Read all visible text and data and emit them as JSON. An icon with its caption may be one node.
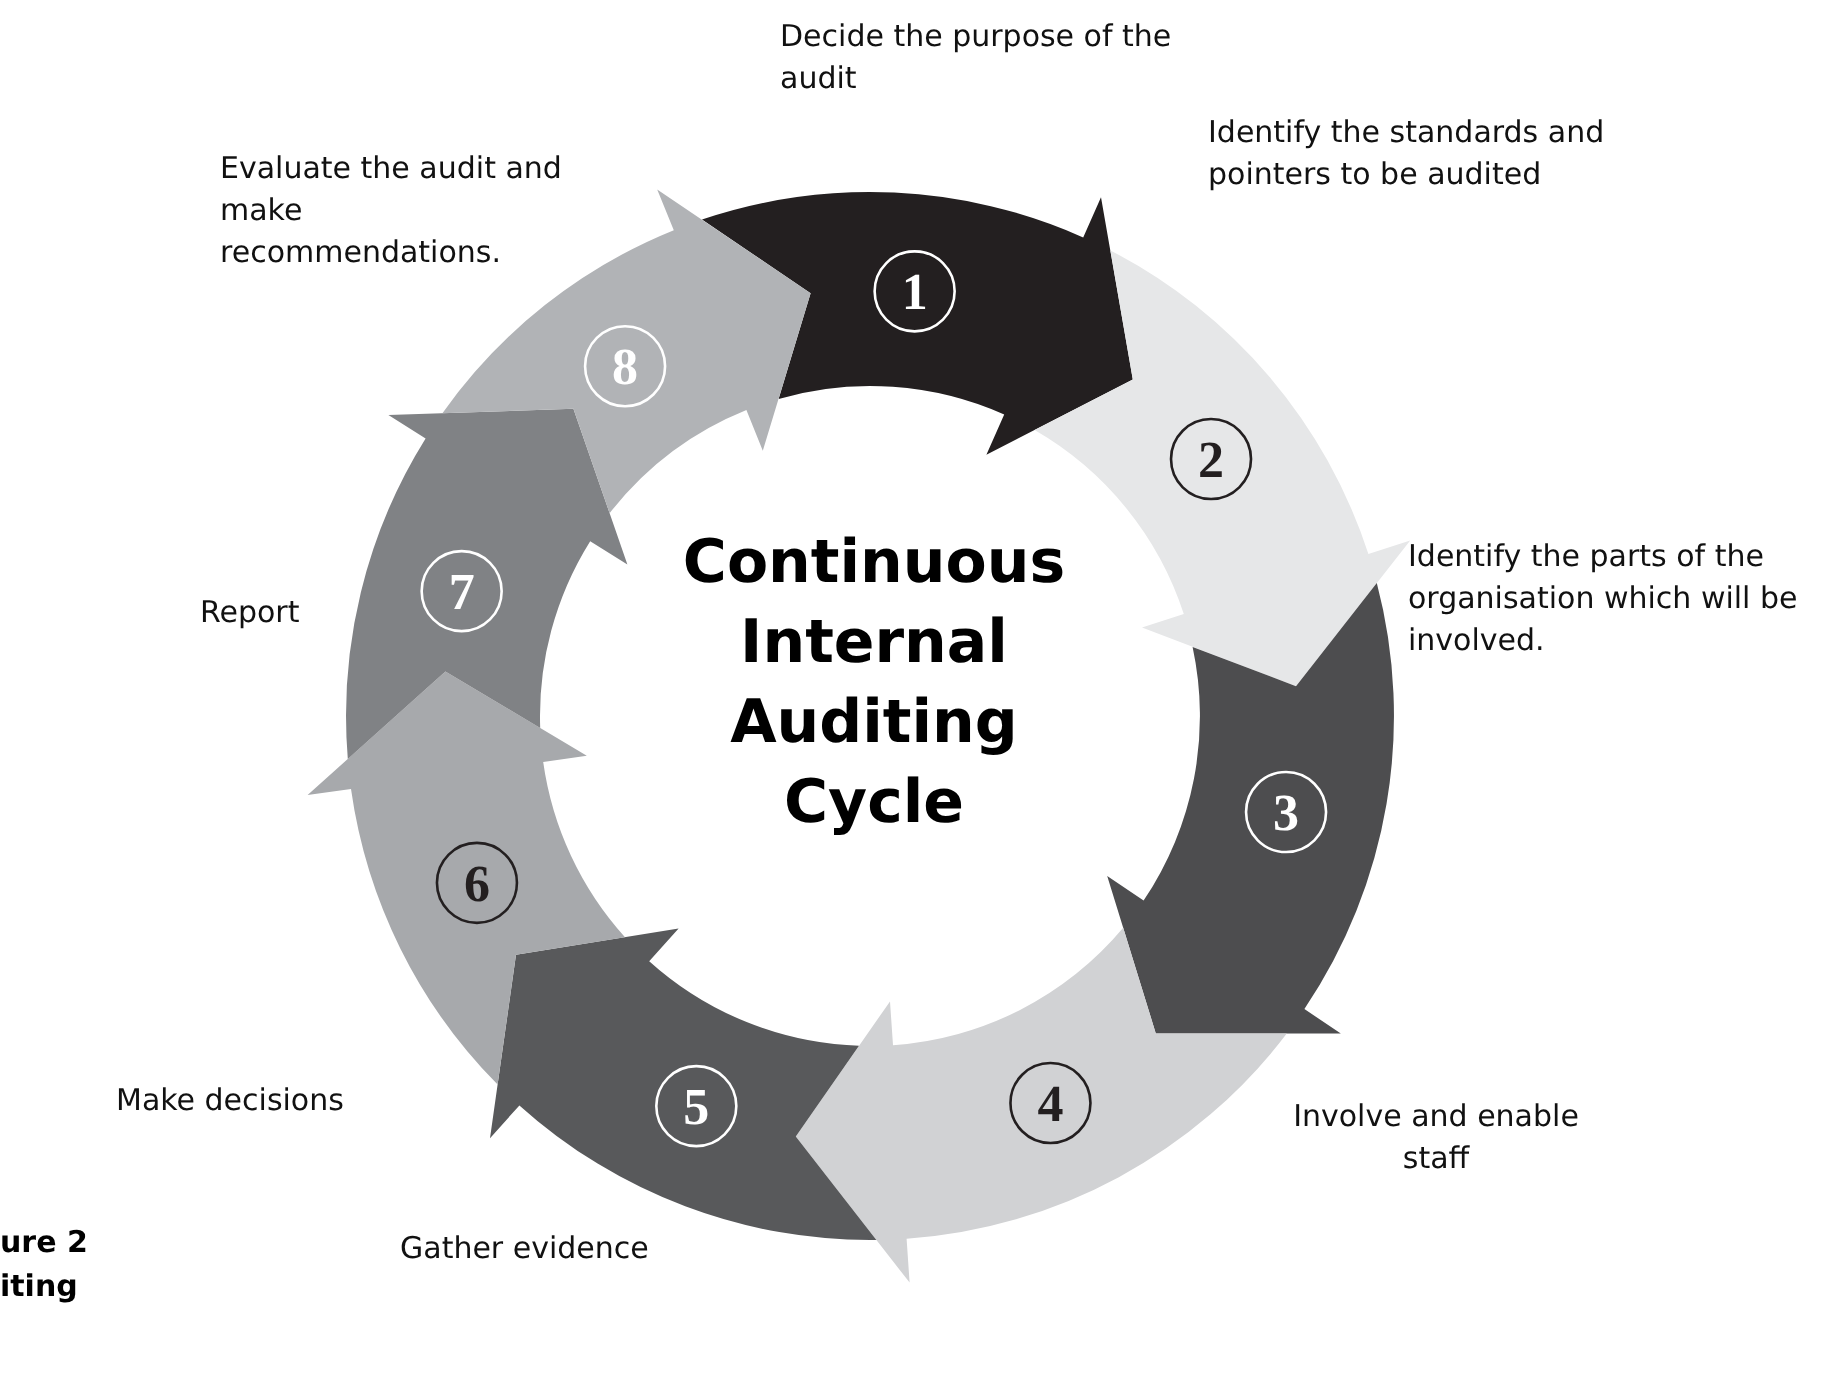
{
  "diagram": {
    "title": "Continuous Internal Auditing Cycle",
    "nodes": [
      {
        "text": [
          "1"
        ],
        "beside": [
          "Decide the purpose of the audit"
        ]
      },
      {
        "text": [
          "2"
        ],
        "beside": [
          "Identify the standards and pointers to be audited"
        ]
      },
      {
        "text": [
          "3"
        ],
        "beside": [
          "Identify the parts of the organisation which will be involved."
        ]
      },
      {
        "text": [
          "4"
        ],
        "beside": [
          "Involve and enable staff"
        ]
      },
      {
        "text": [
          "5"
        ],
        "beside": [
          "Gather evidence"
        ]
      },
      {
        "text": [
          "6"
        ],
        "beside": [
          "Make decisions"
        ]
      },
      {
        "text": [
          "7"
        ],
        "beside": [
          "Report"
        ]
      },
      {
        "text": [
          "8"
        ],
        "beside": [
          "Evaluate the audit and make recommendations."
        ]
      }
    ],
    "labels": [
      "ure 2",
      "iting"
    ]
  }
}
